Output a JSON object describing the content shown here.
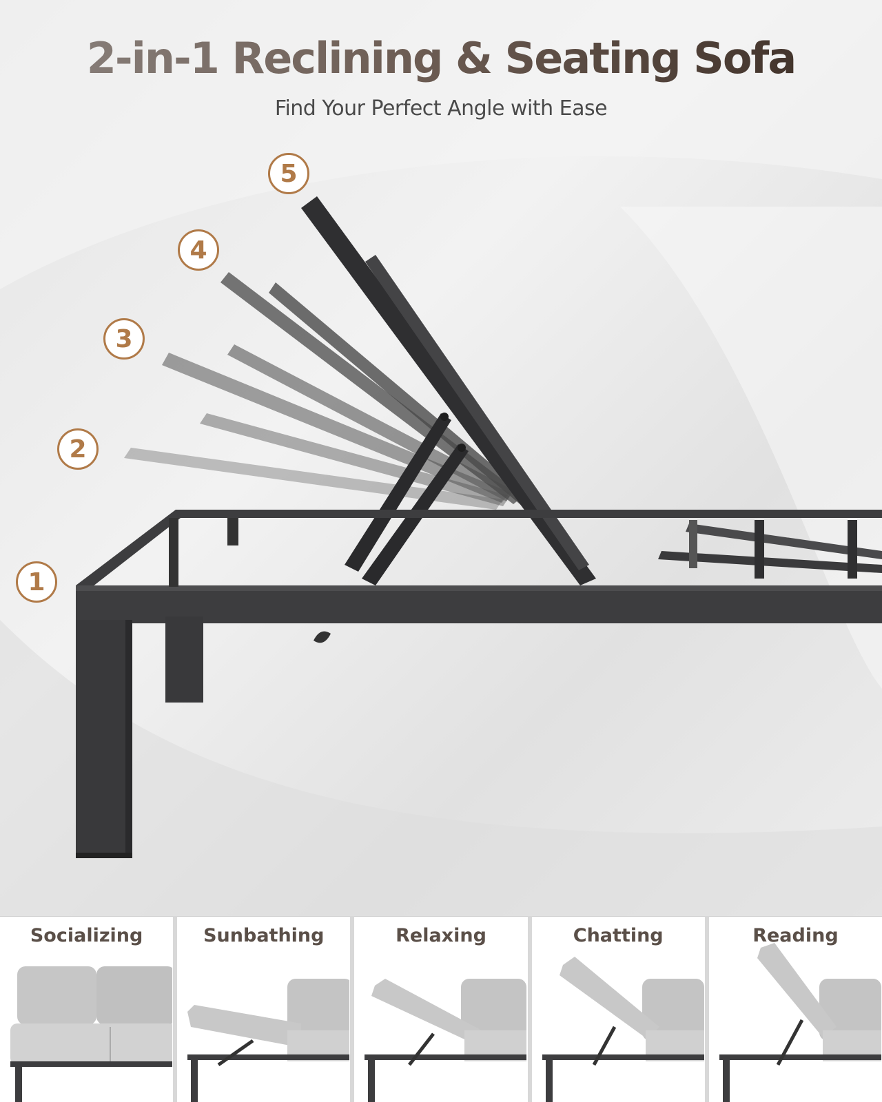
{
  "hero": {
    "title": "2-in-1 Reclining & Seating Sofa",
    "subtitle": "Find Your Perfect Angle with Ease"
  },
  "positions": [
    {
      "number": "1"
    },
    {
      "number": "2"
    },
    {
      "number": "3"
    },
    {
      "number": "4"
    },
    {
      "number": "5"
    }
  ],
  "modes": [
    {
      "label": "Socializing"
    },
    {
      "label": "Sunbathing"
    },
    {
      "label": "Relaxing"
    },
    {
      "label": "Chatting"
    },
    {
      "label": "Reading"
    }
  ],
  "colors": {
    "accent": "#b07a48",
    "frame": "#3d3d3f",
    "cushion": "#c4c4c4"
  }
}
